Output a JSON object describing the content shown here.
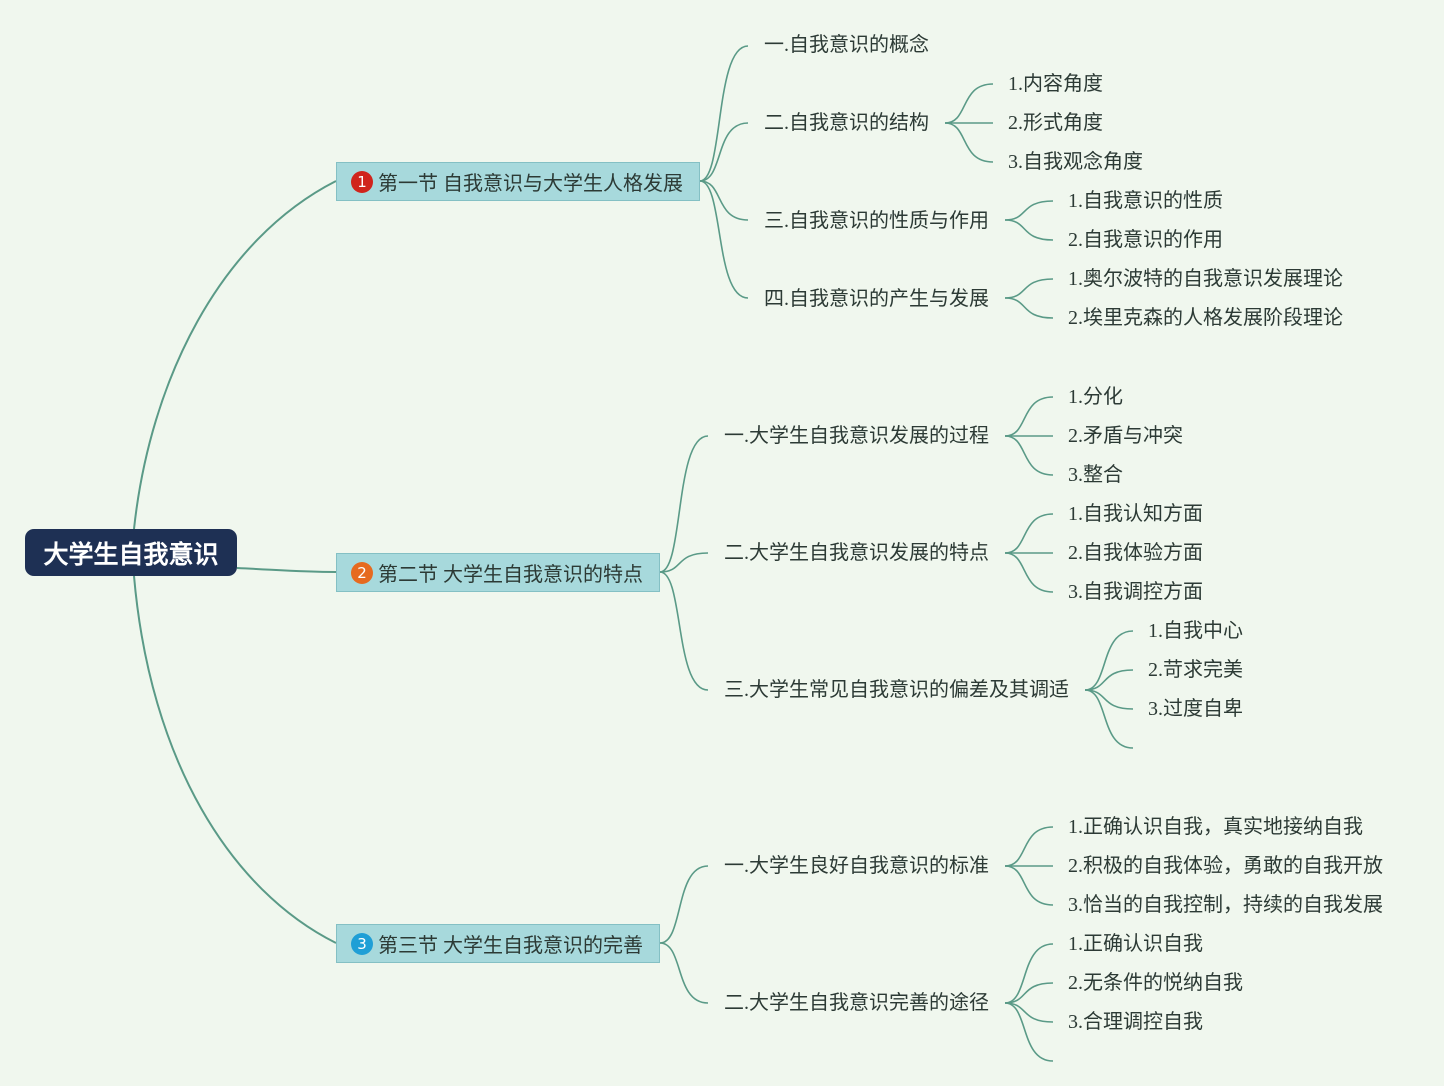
{
  "root": {
    "label": "大学生自我意识"
  },
  "sections": [
    {
      "badge": "1",
      "badge_color": "#d0241c",
      "label": "第一节 自我意识与大学生人格发展",
      "topics": [
        {
          "label": "一.自我意识的概念",
          "items": []
        },
        {
          "label": "二.自我意识的结构",
          "items": [
            "1.内容角度",
            "2.形式角度",
            "3.自我观念角度"
          ]
        },
        {
          "label": "三.自我意识的性质与作用",
          "items": [
            "1.自我意识的性质",
            "2.自我意识的作用"
          ]
        },
        {
          "label": "四.自我意识的产生与发展",
          "items": [
            "1.奥尔波特的自我意识发展理论",
            "2.埃里克森的人格发展阶段理论"
          ]
        }
      ]
    },
    {
      "badge": "2",
      "badge_color": "#e66a1f",
      "label": "第二节 大学生自我意识的特点",
      "topics": [
        {
          "label": "一.大学生自我意识发展的过程",
          "items": [
            "1.分化",
            "2.矛盾与冲突",
            "3.整合"
          ]
        },
        {
          "label": "二.大学生自我意识发展的特点",
          "items": [
            "1.自我认知方面",
            "2.自我体验方面",
            "3.自我调控方面"
          ]
        },
        {
          "label": "三.大学生常见自我意识的偏差及其调适",
          "items": [
            "1.自我中心",
            "2.苛求完美",
            "3.过度自卑"
          ]
        }
      ]
    },
    {
      "badge": "3",
      "badge_color": "#1f9fd6",
      "label": "第三节 大学生自我意识的完善",
      "topics": [
        {
          "label": "一.大学生良好自我意识的标准",
          "items": [
            "1.正确认识自我，真实地接纳自我",
            "2.积极的自我体验，勇敢的自我开放",
            "3.恰当的自我控制，持续的自我发展"
          ]
        },
        {
          "label": "二.大学生自我意识完善的途径",
          "items": [
            "1.正确认识自我",
            "2.无条件的悦纳自我",
            "3.合理调控自我"
          ]
        }
      ]
    }
  ],
  "colors": {
    "background": "#f0f7ee",
    "root": "#1e3054",
    "section": "#a7d9dc",
    "line": "#5a9a87"
  }
}
